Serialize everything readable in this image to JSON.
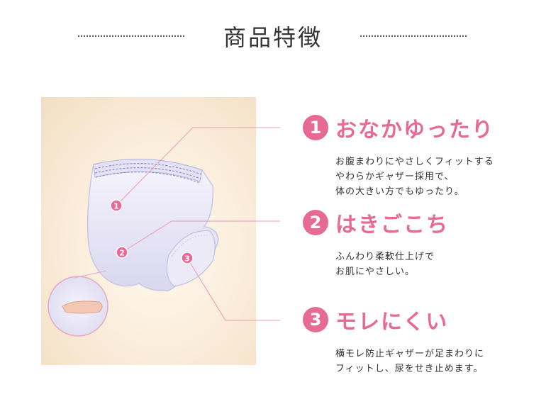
{
  "title": "商品特徴",
  "features": [
    {
      "number": "1",
      "title": "おなかゆったり",
      "lines": [
        "お腹まわりにやさしくフィットする",
        "やわらかギャザー採用で、",
        "体の大きい方でもゆったり。"
      ]
    },
    {
      "number": "2",
      "title": "はきごこち",
      "lines": [
        "ふんわり柔軟仕上げで",
        "お肌にやさしい。"
      ]
    },
    {
      "number": "3",
      "title": "モレにくい",
      "lines": [
        "横モレ防止ギャザーが足まわりに",
        "フィットし、尿をせき止めます。"
      ]
    }
  ],
  "colors": {
    "accent": "#e76a95",
    "callout_line": "#e89ab8",
    "background_panel": "#faecd9"
  }
}
